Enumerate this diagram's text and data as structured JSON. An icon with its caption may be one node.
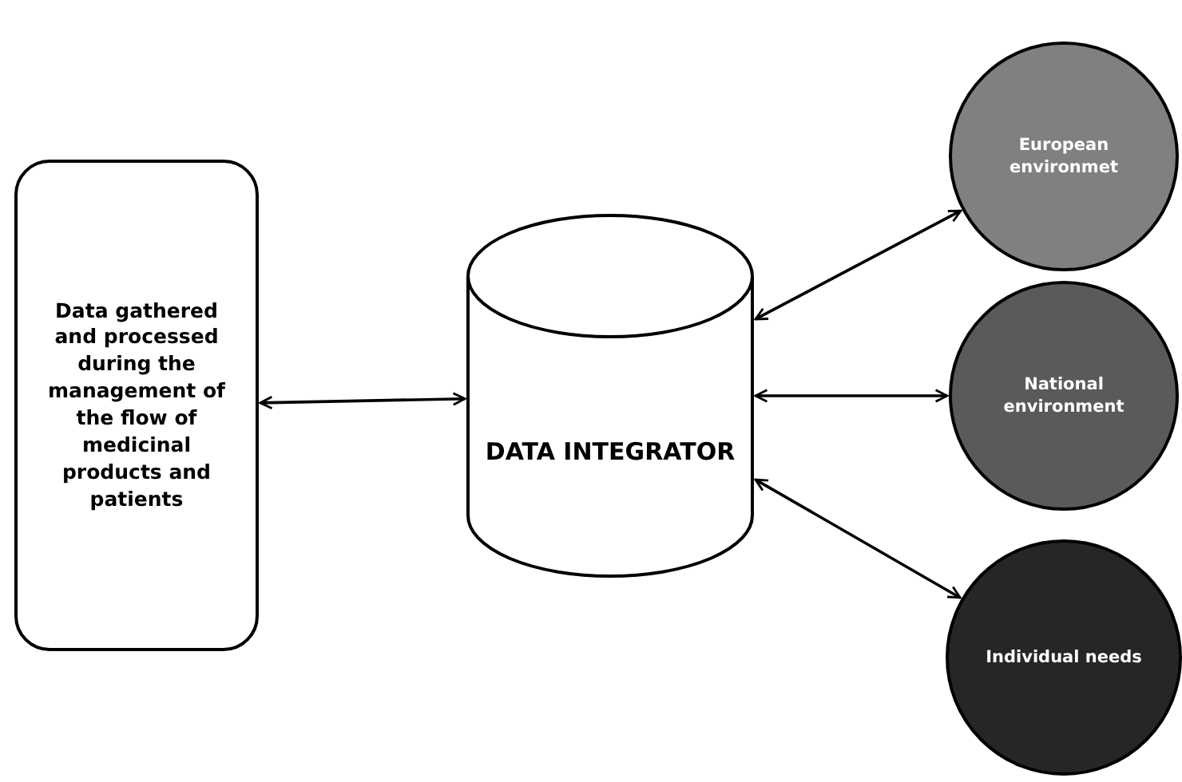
{
  "diagram": {
    "nodes": [
      {
        "text": [
          "Data gathered and processed during the management of the flow of medicinal products and patients"
        ]
      },
      {
        "text": [
          "DATA INTEGRATOR"
        ]
      },
      {
        "text": [
          "European environmet"
        ]
      },
      {
        "text": [
          "National environment"
        ]
      },
      {
        "text": [
          "Individual needs"
        ]
      }
    ],
    "edges": [
      {
        "from": 0,
        "to": 1,
        "arrow": "both"
      },
      {
        "from": 1,
        "to": 2,
        "arrow": "both"
      },
      {
        "from": 1,
        "to": 3,
        "arrow": "both"
      },
      {
        "from": 1,
        "to": 4,
        "arrow": "both"
      }
    ]
  }
}
